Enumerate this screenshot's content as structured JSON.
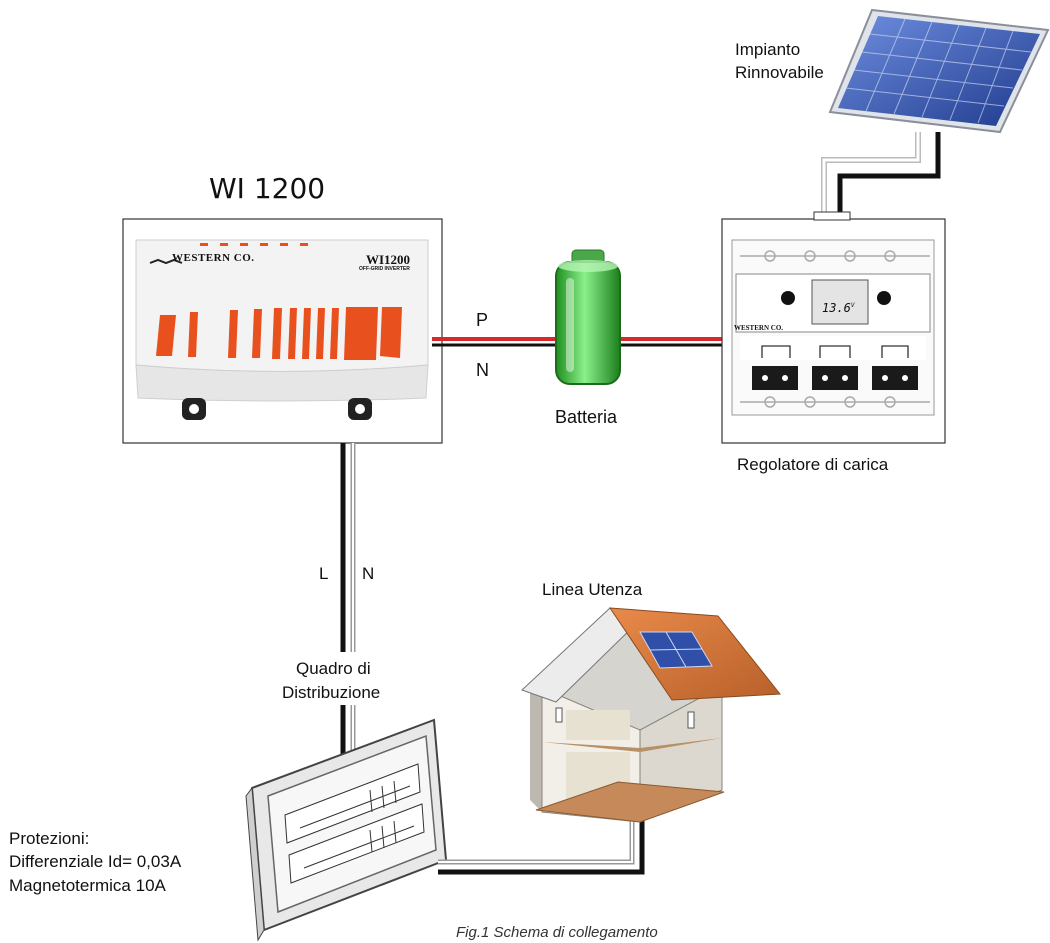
{
  "inverter": {
    "title": "WI 1200",
    "brand": "WESTERN CO.",
    "model": "WI1200",
    "subtitle": "OFF-GRID INVERTER"
  },
  "solar_panel": {
    "label_line1": "Impianto",
    "label_line2": "Rinnovabile"
  },
  "battery": {
    "label": "Batteria"
  },
  "charge_controller": {
    "label": "Regolatore di carica",
    "brand": "WESTERN CO.",
    "display_value": "13.6",
    "display_unit": "V"
  },
  "dc_wires": {
    "positive_label": "P",
    "negative_label": "N"
  },
  "ac_wires": {
    "line_label": "L",
    "neutral_label": "N"
  },
  "distribution_board": {
    "label_line1": "Quadro di",
    "label_line2": "Distribuzione"
  },
  "house": {
    "label": "Linea Utenza"
  },
  "protections": {
    "title": "Protezioni:",
    "line1": "Differenziale Id= 0,03A",
    "line2": "Magnetotermica 10A"
  },
  "caption": "Fig.1 Schema di collegamento",
  "colors": {
    "inverter_stripes": "#e8501e",
    "positive_wire": "#d42a2a",
    "negative_wire": "#111111",
    "battery_green": "#3cc43c",
    "roof": "#d9773a",
    "solar_cell": "#2f4fa8"
  }
}
